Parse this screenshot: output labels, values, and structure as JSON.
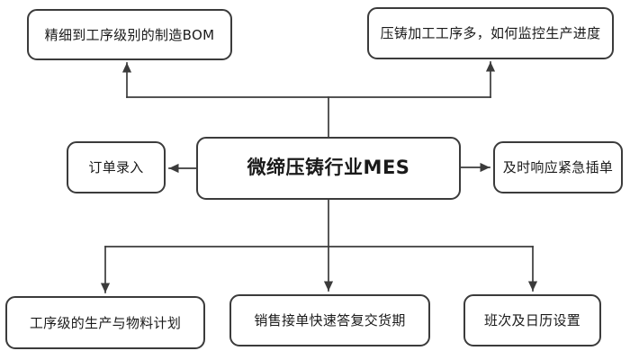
{
  "diagram": {
    "title": "微缔压铸行业MES",
    "type": "hub-and-spoke flowchart",
    "colors": {
      "background": "#ffffff",
      "node_border": "#3b3b3b",
      "node_fill": "#ffffff",
      "edge": "#3b3b3b",
      "text": "#1a1a1a"
    },
    "center": {
      "id": "central",
      "label": "微缔压铸行业MES"
    },
    "nodes": [
      {
        "id": "bom",
        "label": "精细到工序级别的制造BOM"
      },
      {
        "id": "progress",
        "label": "压铸加工工序多，如何监控生产进度"
      },
      {
        "id": "order",
        "label": "订单录入"
      },
      {
        "id": "urgent",
        "label": "及时响应紧急插单"
      },
      {
        "id": "plan",
        "label": "工序级的生产与物料计划"
      },
      {
        "id": "delivery",
        "label": "销售接单快速答复交货期"
      },
      {
        "id": "calendar",
        "label": "班次及日历设置"
      }
    ],
    "edges": [
      {
        "from": "central",
        "to": "bom",
        "direction": "up-left"
      },
      {
        "from": "central",
        "to": "progress",
        "direction": "up-right"
      },
      {
        "from": "central",
        "to": "order",
        "direction": "left"
      },
      {
        "from": "central",
        "to": "urgent",
        "direction": "right"
      },
      {
        "from": "central",
        "to": "plan",
        "direction": "down-left"
      },
      {
        "from": "central",
        "to": "delivery",
        "direction": "down"
      },
      {
        "from": "central",
        "to": "calendar",
        "direction": "down-right"
      }
    ]
  }
}
